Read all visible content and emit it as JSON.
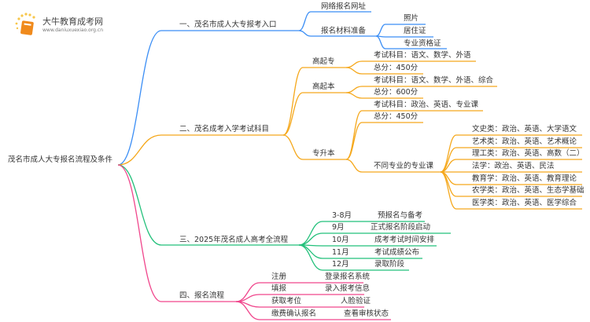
{
  "logo": {
    "title": "大牛教育成考网",
    "url": "www.daniuxuexiao.org.cn"
  },
  "root": "茂名市成人大专报名流程及条件",
  "colors": {
    "b1": "#3b8ef5",
    "b2": "#f5a81c",
    "b3": "#22c07a",
    "b4": "#f0468c"
  },
  "b1": {
    "label": "一、茂名市成人大专报考入口",
    "c1": "网络报名网址",
    "c2": "报名材料准备",
    "c2_items": [
      "照片",
      "居住证",
      "专业资格证"
    ]
  },
  "b2": {
    "label": "二、茂名成考入学考试科目",
    "gqz": {
      "label": "高起专",
      "items": [
        "考试科目：语文、数学、外语",
        "总分：450分"
      ]
    },
    "gqb": {
      "label": "高起本",
      "items": [
        "考试科目：语文、数学、外语、综合",
        "总分：600分"
      ]
    },
    "zsb": {
      "label": "专升本",
      "items": [
        "考试科目：政治、英语、专业课",
        "总分：450分",
        "不同专业的专业课"
      ],
      "majors": [
        "文史类：政治、英语、大学语文",
        "艺术类：政治、英语、艺术概论",
        "理工类：政治、英语、高数（二）",
        "法学：政治、英语、民法",
        "教育学：政治、英语、教育理论",
        "农学类：政治、英语、生态学基础",
        "医学类：政治、英语、医学综合"
      ]
    }
  },
  "b3": {
    "label": "三、2025年茂名成人高考全流程",
    "rows": [
      [
        "3-8月",
        "预报名与备考"
      ],
      [
        "9月",
        "正式报名阶段启动"
      ],
      [
        "10月",
        "成考考试时间安排"
      ],
      [
        "11月",
        "考试成绩公布"
      ],
      [
        "12月",
        "录取阶段"
      ]
    ]
  },
  "b4": {
    "label": "四、报名流程",
    "rows": [
      [
        "注册",
        "登录报名系统"
      ],
      [
        "填报",
        "录入报考信息"
      ],
      [
        "获取考位",
        "人脸验证"
      ],
      [
        "缴费确认报名",
        "查看审核状态"
      ]
    ]
  }
}
